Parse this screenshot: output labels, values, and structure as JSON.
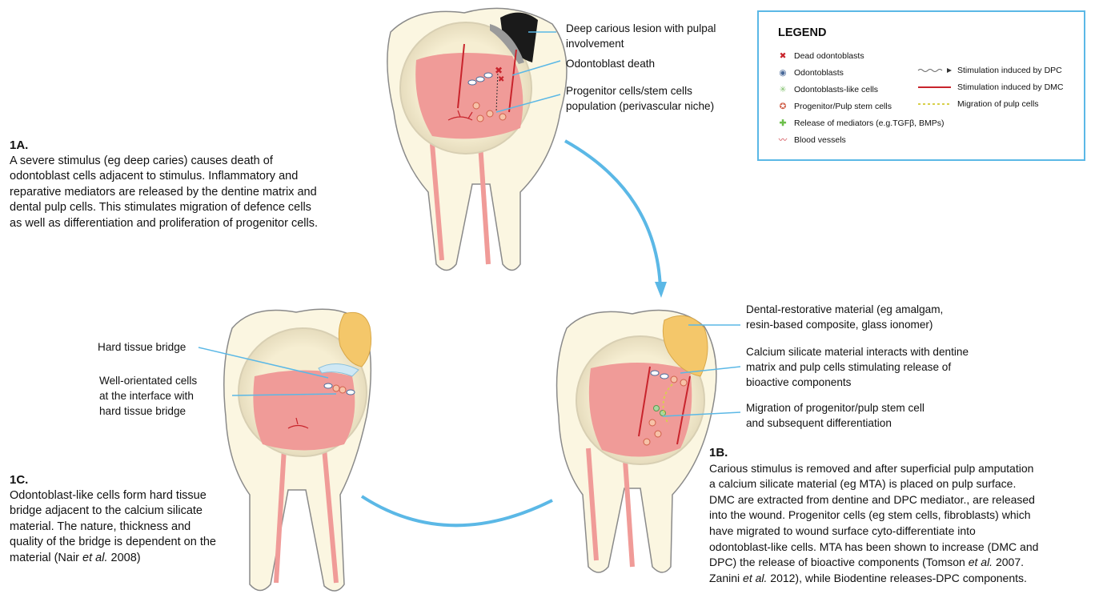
{
  "panel_1a": {
    "heading": "1A.",
    "body": [
      "A severe stimulus (eg deep caries) causes death of",
      "odontoblast cells adjacent to stimulus. Inflammatory and",
      "reparative mediators are released by the dentine matrix and",
      "dental pulp cells. This stimulates migration of defence cells",
      "as well as differentiation and proliferation of progenitor cells."
    ],
    "callouts": {
      "lesion": [
        "Deep carious lesion with pulpal",
        "involvement"
      ],
      "death": "Odontoblast death",
      "progenitor": [
        "Progenitor cells/stem cells",
        "population (perivascular niche)"
      ]
    }
  },
  "panel_1b": {
    "heading": "1B.",
    "body": [
      "Carious stimulus is removed and after superficial pulp amputation",
      "a calcium silicate material (eg MTA) is placed on pulp surface.",
      "DMC are extracted from dentine and DPC mediator., are released",
      "into the wound. Progenitor cells (eg stem cells, fibroblasts) which",
      "have migrated to wound surface cyto-differentiate into",
      "odontoblast-like cells. MTA has been shown to increase (DMC and",
      "DPC) the release of bioactive components (Tomson ",
      "et al.",
      " 2007.",
      "Zanini ",
      "et al.",
      " 2012), while Biodentine releases-DPC components."
    ],
    "callouts": {
      "restorative": [
        "Dental-restorative material (eg amalgam,",
        "resin-based composite, glass ionomer)"
      ],
      "calcium": [
        "Calcium silicate material interacts with dentine",
        "matrix and pulp cells stimulating release of",
        "bioactive components"
      ],
      "migration": [
        "Migration of progenitor/pulp stem cell",
        "and subsequent differentiation"
      ]
    }
  },
  "panel_1c": {
    "heading": "1C.",
    "body": [
      "Odontoblast-like cells form hard tissue",
      "bridge adjacent to the calcium silicate",
      "material. The nature, thickness and",
      "quality of the bridge is dependent on the",
      "material (Nair ",
      "et al.",
      " 2008)"
    ],
    "callouts": {
      "bridge": "Hard tissue bridge",
      "oriented": [
        "Well-orientated cells",
        "at the interface with",
        "hard tissue bridge"
      ]
    }
  },
  "legend": {
    "title": "LEGEND",
    "left": [
      "Dead odontoblasts",
      "Odontoblasts",
      "Odontoblasts-like cells",
      "Progenitor/Pulp stem cells",
      "Release of mediators (e.g.TGFβ, BMPs)",
      "Blood vessels"
    ],
    "right": [
      "Stimulation induced by DPC",
      "Stimulation induced by DMC",
      "Migration of pulp cells"
    ]
  },
  "colors": {
    "enamel": "#fbf6e1",
    "pulp": "#f09b98",
    "outline": "#8a8a8a",
    "arrow": "#5bb8e6",
    "restoration": "#f4c76a",
    "caries": "#1a1a1a",
    "dmc": "#c8242c"
  }
}
